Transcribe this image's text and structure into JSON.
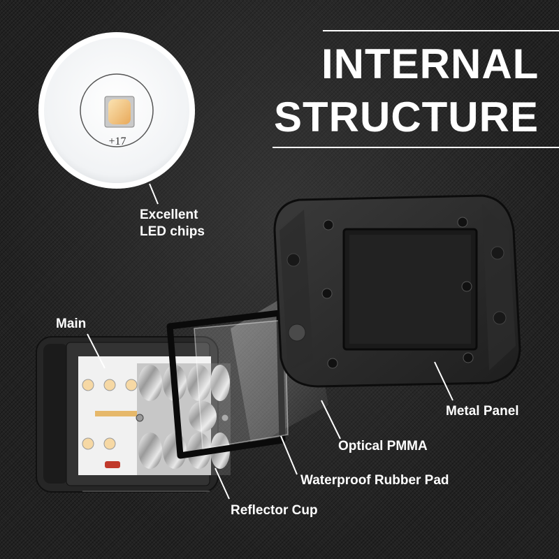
{
  "title": {
    "line1": "INTERNAL",
    "line2": "STRUCTURE"
  },
  "callouts": {
    "led_chip_marking": "+17",
    "led_chips": "Excellent\nLED chips",
    "main": "Main",
    "metal_panel": "Metal Panel",
    "optical": "Optical PMMA",
    "rubber_pad": "Waterproof Rubber Pad",
    "reflector": "Reflector Cup"
  },
  "colors": {
    "background": "#222222",
    "text": "#ffffff",
    "housing": "#2b2b2b",
    "pcb": "#f2f2f2",
    "led": "#f4c98a"
  }
}
